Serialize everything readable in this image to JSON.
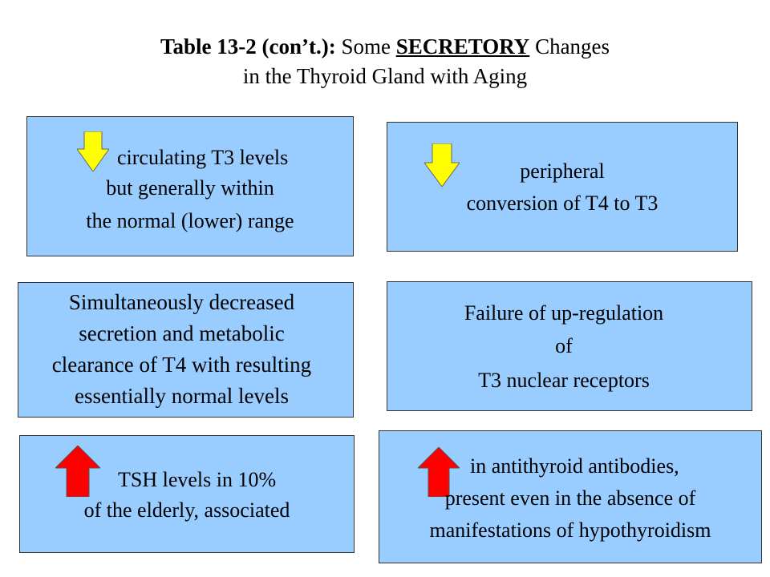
{
  "title": {
    "bold": "Table 13-2 (con’t.):",
    "pre": " Some ",
    "underlined": "SECRETORY",
    "post": " Changes",
    "line2": "in the Thyroid Gland with Aging"
  },
  "boxes": {
    "t3_levels": {
      "arrow_icon": "down-arrow-icon",
      "arrow_color": "#ffff00",
      "line1": "circulating T3 levels",
      "line2": "but generally within",
      "line3": "the normal (lower) range"
    },
    "peripheral_conversion": {
      "arrow_icon": "down-arrow-icon",
      "arrow_color": "#ffff00",
      "line1": "peripheral",
      "line2": "conversion of T4 to T3"
    },
    "t4_clearance": {
      "line1": "Simultaneously decreased",
      "line2": "secretion and metabolic",
      "line3": "clearance of T4 with resulting",
      "line4": "essentially normal levels"
    },
    "receptor_upregulation": {
      "line1": "Failure of up-regulation",
      "line2": "of",
      "line3": "T3 nuclear receptors"
    },
    "tsh_levels": {
      "arrow_icon": "up-arrow-icon",
      "arrow_color": "#ff0000",
      "line1": "TSH levels in 10%",
      "line2": "of the elderly, associated"
    },
    "antibodies": {
      "arrow_icon": "up-arrow-icon",
      "arrow_color": "#ff0000",
      "line1": "in antithyroid antibodies,",
      "line2": "present even in the absence of",
      "line3": "manifestations of hypothyroidism"
    }
  }
}
